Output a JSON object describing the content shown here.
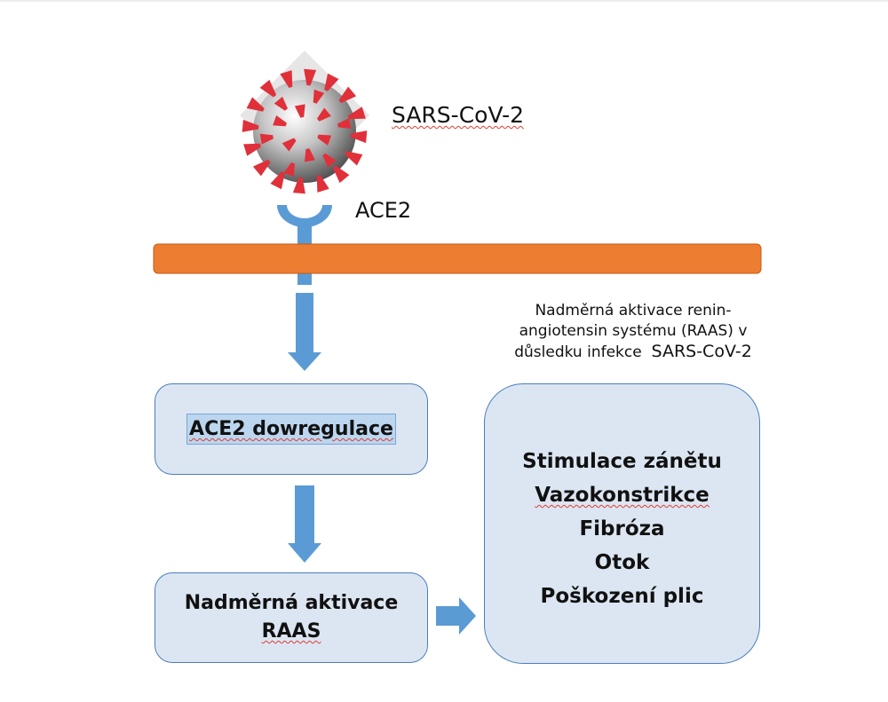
{
  "virus": {
    "label": "SARS-CoV-2",
    "icon": "coronavirus-icon"
  },
  "receptor": {
    "label": "ACE2"
  },
  "colors": {
    "membrane": "#ed7d31",
    "arrow": "#5b9bd5",
    "box_fill": "#dce6f2",
    "box_border": "#4a7ebb",
    "spike": "#e0303a",
    "virus_body": "#9a9a9a"
  },
  "note": {
    "line1": "Nadměrná aktivace renin-",
    "line2": "angiotensin systému (RAAS) v",
    "line3_prefix": "důsledku infekce",
    "line3_suffix": "SARS-CoV-2"
  },
  "boxes": {
    "downregulation": "ACE2 dowregulace",
    "raas_line1": "Nadměrná aktivace",
    "raas_line2": "RAAS"
  },
  "effects": [
    "Stimulace zánětu",
    "Vazokonstrikce",
    "Fibróza",
    "Otok",
    "Poškození plic"
  ]
}
